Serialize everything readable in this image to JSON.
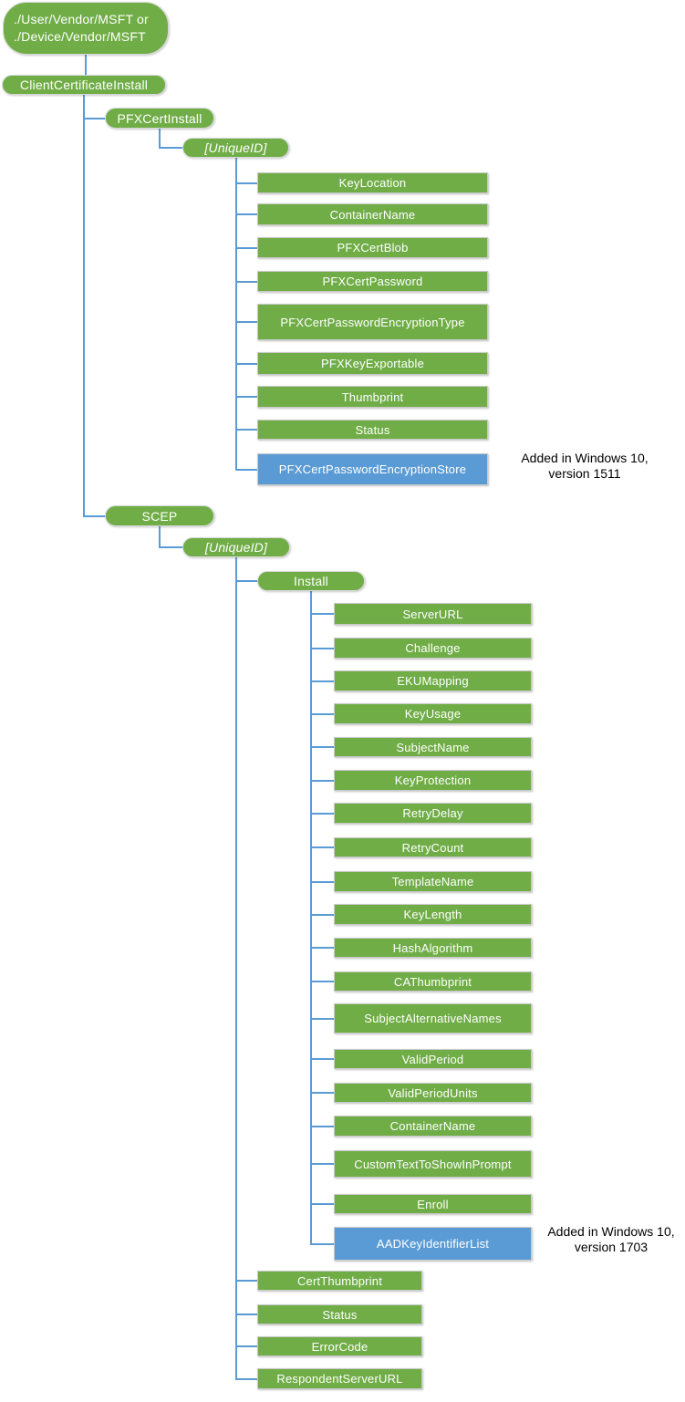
{
  "colors": {
    "node_green": "#70AD47",
    "node_blue": "#5B9BD5",
    "connector_blue": "#5B9BD5",
    "note_text": "#000000"
  },
  "tree": {
    "id": "Root",
    "label": "./User/Vendor/MSFT or\n./Device/Vendor/MSFT",
    "shape": "ellipse",
    "color": "green",
    "children": [
      {
        "id": "ClientCertificateInstall",
        "label": "ClientCertificateInstall",
        "shape": "pill",
        "color": "green",
        "children": [
          {
            "id": "PFXCertInstall",
            "label": "PFXCertInstall",
            "shape": "pill",
            "color": "green",
            "children": [
              {
                "id": "UniqueID1",
                "label": "[UniqueID]",
                "shape": "pill",
                "color": "green",
                "italic": true,
                "children": [
                  {
                    "id": "KeyLocation",
                    "label": "KeyLocation",
                    "shape": "rect",
                    "color": "green"
                  },
                  {
                    "id": "ContainerName1",
                    "label": "ContainerName",
                    "shape": "rect",
                    "color": "green"
                  },
                  {
                    "id": "PFXCertBlob",
                    "label": "PFXCertBlob",
                    "shape": "rect",
                    "color": "green"
                  },
                  {
                    "id": "PFXCertPassword",
                    "label": "PFXCertPassword",
                    "shape": "rect",
                    "color": "green"
                  },
                  {
                    "id": "PFXCertPasswordEncryptionType",
                    "label": "PFXCertPasswordEncryptionType",
                    "shape": "rect",
                    "color": "green"
                  },
                  {
                    "id": "PFXKeyExportable",
                    "label": "PFXKeyExportable",
                    "shape": "rect",
                    "color": "green"
                  },
                  {
                    "id": "Thumbprint",
                    "label": "Thumbprint",
                    "shape": "rect",
                    "color": "green"
                  },
                  {
                    "id": "Status1",
                    "label": "Status",
                    "shape": "rect",
                    "color": "green"
                  },
                  {
                    "id": "PFXCertPasswordEncryptionStore",
                    "label": "PFXCertPasswordEncryptionStore",
                    "shape": "rect",
                    "color": "blue",
                    "note": "Added in Windows 10,\nversion 1511"
                  }
                ]
              }
            ]
          },
          {
            "id": "SCEP",
            "label": "SCEP",
            "shape": "pill",
            "color": "green",
            "children": [
              {
                "id": "UniqueID2",
                "label": "[UniqueID]",
                "shape": "pill",
                "color": "green",
                "italic": true,
                "children": [
                  {
                    "id": "Install",
                    "label": "Install",
                    "shape": "pill",
                    "color": "green",
                    "children": [
                      {
                        "id": "ServerURL",
                        "label": "ServerURL",
                        "shape": "rect",
                        "color": "green"
                      },
                      {
                        "id": "Challenge",
                        "label": "Challenge",
                        "shape": "rect",
                        "color": "green"
                      },
                      {
                        "id": "EKUMapping",
                        "label": "EKUMapping",
                        "shape": "rect",
                        "color": "green"
                      },
                      {
                        "id": "KeyUsage",
                        "label": "KeyUsage",
                        "shape": "rect",
                        "color": "green"
                      },
                      {
                        "id": "SubjectName",
                        "label": "SubjectName",
                        "shape": "rect",
                        "color": "green"
                      },
                      {
                        "id": "KeyProtection",
                        "label": "KeyProtection",
                        "shape": "rect",
                        "color": "green"
                      },
                      {
                        "id": "RetryDelay",
                        "label": "RetryDelay",
                        "shape": "rect",
                        "color": "green"
                      },
                      {
                        "id": "RetryCount",
                        "label": "RetryCount",
                        "shape": "rect",
                        "color": "green"
                      },
                      {
                        "id": "TemplateName",
                        "label": "TemplateName",
                        "shape": "rect",
                        "color": "green"
                      },
                      {
                        "id": "KeyLength",
                        "label": "KeyLength",
                        "shape": "rect",
                        "color": "green"
                      },
                      {
                        "id": "HashAlgorithm",
                        "label": "HashAlgorithm",
                        "shape": "rect",
                        "color": "green"
                      },
                      {
                        "id": "CAThumbprint",
                        "label": "CAThumbprint",
                        "shape": "rect",
                        "color": "green"
                      },
                      {
                        "id": "SubjectAlternativeNames",
                        "label": "SubjectAlternativeNames",
                        "shape": "rect",
                        "color": "green"
                      },
                      {
                        "id": "ValidPeriod",
                        "label": "ValidPeriod",
                        "shape": "rect",
                        "color": "green"
                      },
                      {
                        "id": "ValidPeriodUnits",
                        "label": "ValidPeriodUnits",
                        "shape": "rect",
                        "color": "green"
                      },
                      {
                        "id": "ContainerName2",
                        "label": "ContainerName",
                        "shape": "rect",
                        "color": "green"
                      },
                      {
                        "id": "CustomTextToShowInPrompt",
                        "label": "CustomTextToShowInPrompt",
                        "shape": "rect",
                        "color": "green"
                      },
                      {
                        "id": "Enroll",
                        "label": "Enroll",
                        "shape": "rect",
                        "color": "green"
                      },
                      {
                        "id": "AADKeyIdentifierList",
                        "label": "AADKeyIdentifierList",
                        "shape": "rect",
                        "color": "blue",
                        "note": "Added in Windows 10,\nversion 1703"
                      }
                    ]
                  },
                  {
                    "id": "CertThumbprint",
                    "label": "CertThumbprint",
                    "shape": "rect",
                    "color": "green"
                  },
                  {
                    "id": "Status2",
                    "label": "Status",
                    "shape": "rect",
                    "color": "green"
                  },
                  {
                    "id": "ErrorCode",
                    "label": "ErrorCode",
                    "shape": "rect",
                    "color": "green"
                  },
                  {
                    "id": "RespondentServerURL",
                    "label": "RespondentServerURL",
                    "shape": "rect",
                    "color": "green"
                  }
                ]
              }
            ]
          }
        ]
      }
    ]
  }
}
